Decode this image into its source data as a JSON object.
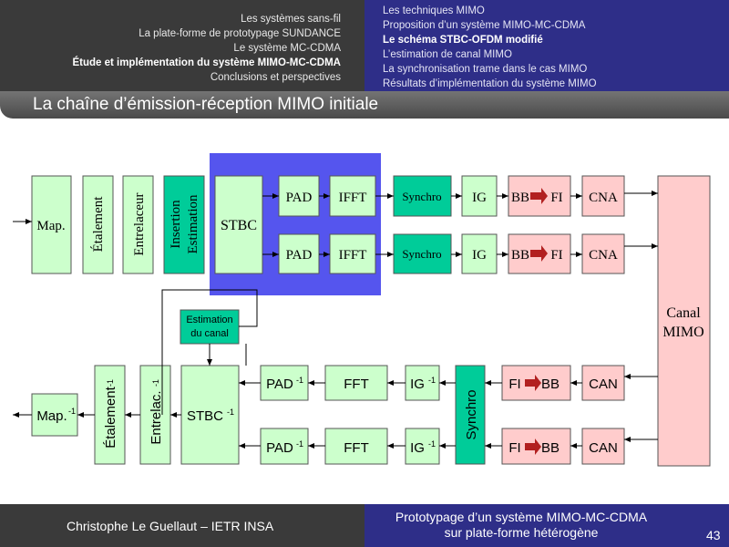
{
  "nav": {
    "left_items": [
      {
        "label": "Les systèmes sans-fil",
        "active": false
      },
      {
        "label": "La plate-forme de prototypage SUNDANCE",
        "active": false
      },
      {
        "label": "Le système MC-CDMA",
        "active": false
      },
      {
        "label": "Étude et implémentation du système MIMO-MC-CDMA",
        "active": true
      },
      {
        "label": "Conclusions et perspectives",
        "active": false
      }
    ],
    "right_items": [
      {
        "label": "Les techniques MIMO",
        "active": false
      },
      {
        "label": "Proposition d’un système MIMO-MC-CDMA",
        "active": false
      },
      {
        "label": "Le schéma STBC-OFDM modifié",
        "active": true
      },
      {
        "label": "L’estimation de canal MIMO",
        "active": false
      },
      {
        "label": "La synchronisation trame dans le cas MIMO",
        "active": false
      },
      {
        "label": "Résultats d’implémentation du système MIMO",
        "active": false
      }
    ]
  },
  "slide_title": "La chaîne d’émission-réception MIMO initiale",
  "diagram": {
    "tx": {
      "map": "Map.",
      "etalement": "Étalement",
      "entrelaceur": "Entrelaceur",
      "insertion_l1": "Insertion",
      "insertion_l2": "Estimation",
      "stbc": "STBC",
      "pad": "PAD",
      "ifft": "IFFT",
      "synchro": "Synchro",
      "ig": "IG",
      "bb_fi_a": "BB",
      "bb_fi_b": "FI",
      "cna": "CNA"
    },
    "canal_l1": "Canal",
    "canal_l2": "MIMO",
    "rx": {
      "can": "CAN",
      "fi_bb_a": "FI",
      "fi_bb_b": "BB",
      "synchro": "Synchro",
      "ig": "IG",
      "ig_sup": "-1",
      "fft": "FFT",
      "pad": "PAD",
      "pad_sup": "-1",
      "stbc": "STBC",
      "stbc_sup": "-1",
      "estimation_l1": "Estimation",
      "estimation_l2": "du canal",
      "entrelac": "Entrelac.",
      "entrelac_sup": "-1",
      "etalement": "Étalement",
      "etalement_sup": "-1",
      "map": "Map.",
      "map_sup": "-1"
    },
    "colors": {
      "box_green": "#ccffcc",
      "box_teal": "#00cc99",
      "box_pink": "#ffcccc",
      "stbc_highlight": "#5555ee"
    }
  },
  "footer": {
    "author": "Christophe Le Guellaut – IETR INSA",
    "title_l1": "Prototypage d’un système MIMO-MC-CDMA",
    "title_l2": "sur plate-forme hétérogène",
    "page": "43"
  }
}
